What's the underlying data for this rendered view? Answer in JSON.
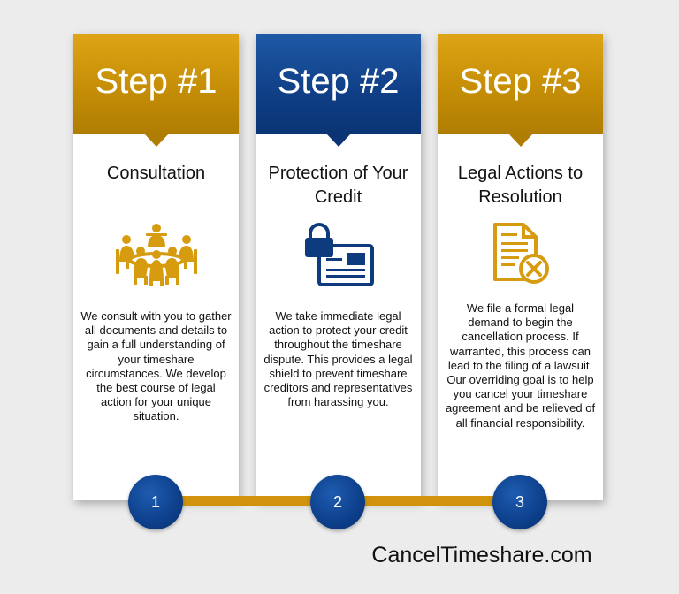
{
  "steps": [
    {
      "title": "Step #1",
      "subtitle": "Consultation",
      "icon": "meeting-people-icon",
      "description": "We consult with you to gather all documents and details to gain a full understanding of your timeshare circumstances.  We develop the best course of legal action for your unique situation.",
      "number": "1",
      "color": "#c58e06"
    },
    {
      "title": "Step #2",
      "subtitle": "Protection of Your Credit",
      "icon": "locked-credit-card-icon",
      "description": "We take immediate legal action to protect your credit throughout the timeshare dispute. This provides a legal shield to prevent timeshare creditors and representatives from harassing you.",
      "number": "2",
      "color": "#104088"
    },
    {
      "title": "Step #3",
      "subtitle": "Legal Actions to Resolution",
      "icon": "document-cancel-icon",
      "description": "We file a formal legal demand to begin the cancellation process.  If warranted, this process can lead to the filing of a lawsuit.\nOur overriding goal is to help you cancel your timeshare agreement and be relieved of all financial responsibility.",
      "number": "3",
      "color": "#c58e06"
    }
  ],
  "brand": "CancelTimeshare.com",
  "colors": {
    "gold": "#c58e06",
    "blue": "#104088",
    "connector": "#d1930b"
  }
}
